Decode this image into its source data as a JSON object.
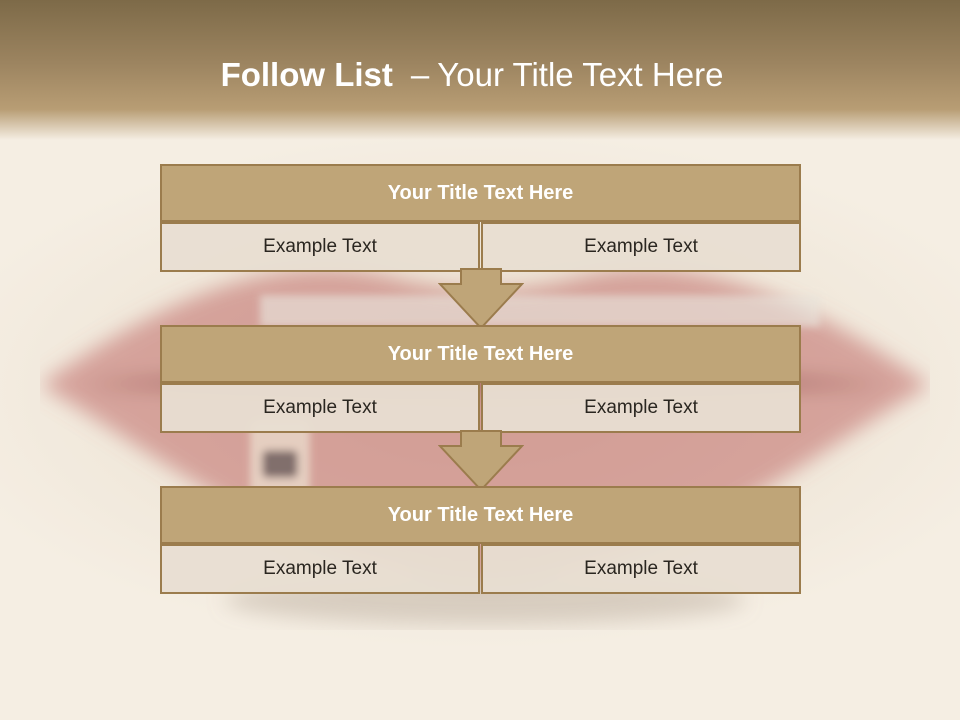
{
  "slide": {
    "title_bold": "Follow List",
    "title_dash": "–",
    "title_rest": "Your Title Text Here"
  },
  "steps": [
    {
      "title": "Your Title Text Here",
      "left": "Example Text",
      "right": "Example Text"
    },
    {
      "title": "Your Title Text Here",
      "left": "Example Text",
      "right": "Example Text"
    },
    {
      "title": "Your Title Text Here",
      "left": "Example Text",
      "right": "Example Text"
    }
  ],
  "colors": {
    "header_fill": "#bfa578",
    "border": "#9b7c4d",
    "cell_fill": "#e8ded2",
    "title_band": "#9c8460"
  }
}
